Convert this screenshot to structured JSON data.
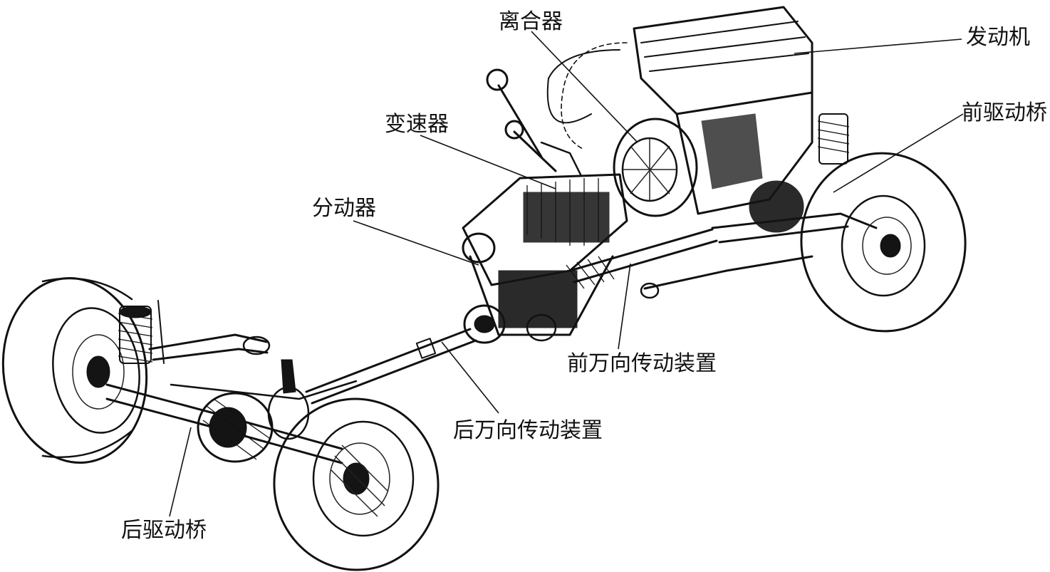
{
  "labels": {
    "clutch": "离合器",
    "engine": "发动机",
    "gearbox": "变速器",
    "front_axle": "前驱动桥",
    "transfer_case": "分动器",
    "front_driveshaft": "前万向传动装置",
    "rear_driveshaft": "后万向传动装置",
    "rear_axle": "后驱动桥"
  },
  "colors": {
    "ink": "#111111",
    "background": "#ffffff"
  }
}
